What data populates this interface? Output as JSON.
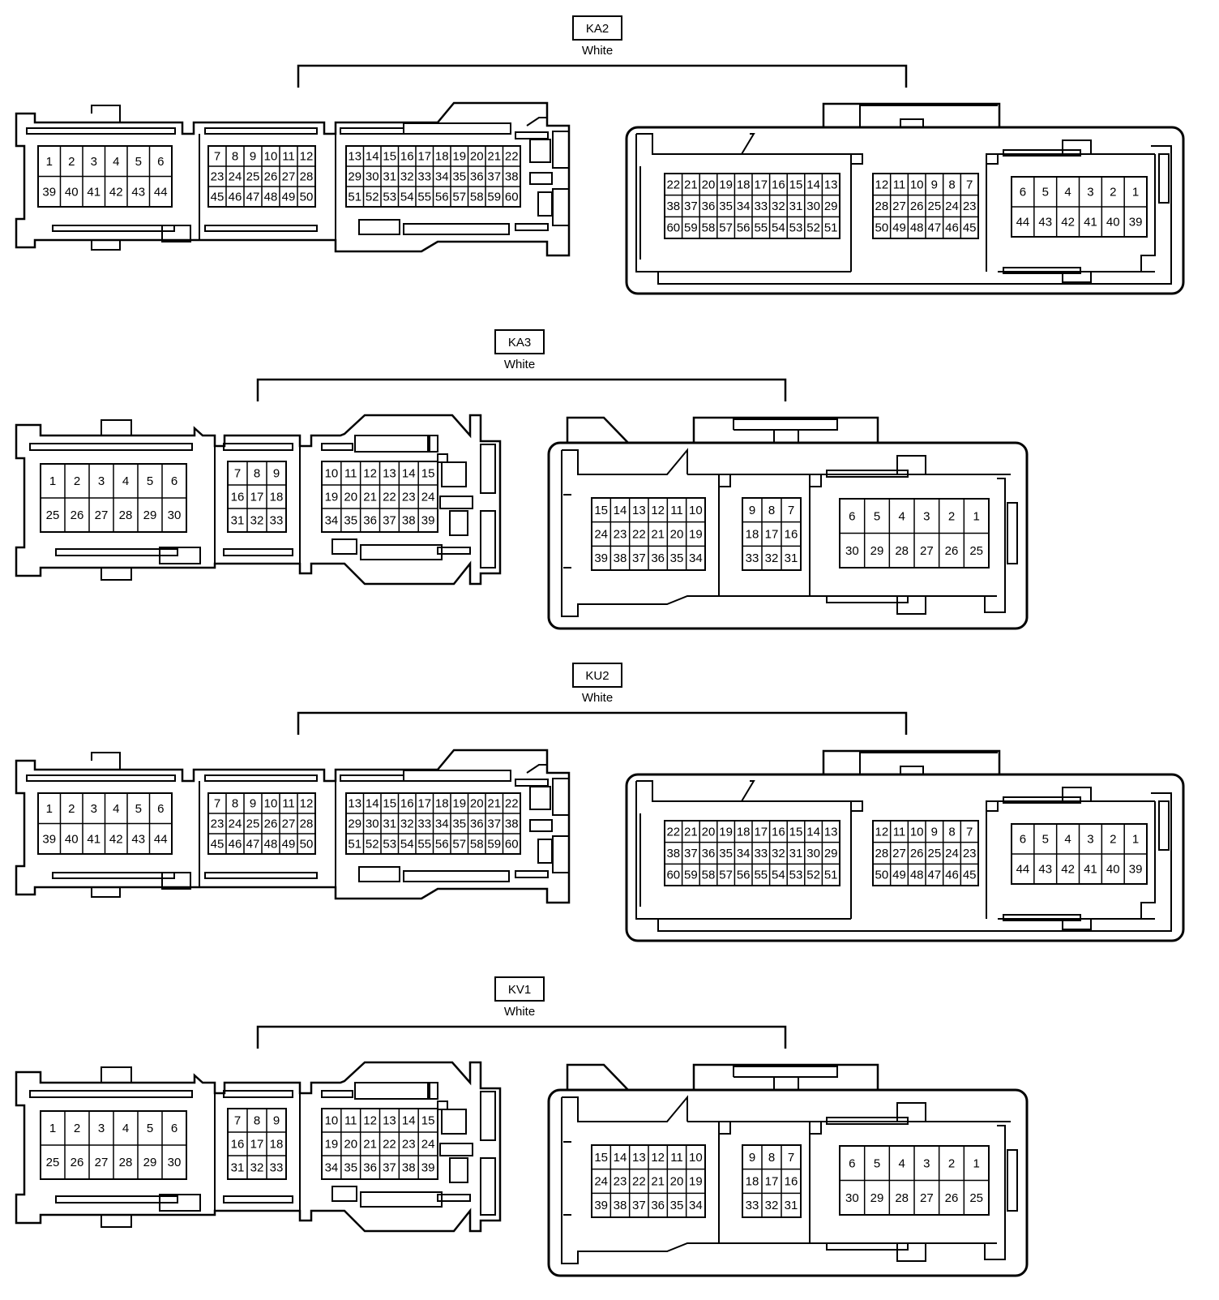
{
  "connectors": [
    {
      "id": "KA2",
      "color_label": "White",
      "layout": "60",
      "male": {
        "blocks": [
          {
            "rows": [
              [
                "1",
                "2",
                "3",
                "4",
                "5",
                "6"
              ],
              [
                "39",
                "40",
                "41",
                "42",
                "43",
                "44"
              ]
            ]
          },
          {
            "rows": [
              [
                "7",
                "8",
                "9",
                "10",
                "11",
                "12"
              ],
              [
                "23",
                "24",
                "25",
                "26",
                "27",
                "28"
              ],
              [
                "45",
                "46",
                "47",
                "48",
                "49",
                "50"
              ]
            ]
          },
          {
            "rows": [
              [
                "13",
                "14",
                "15",
                "16",
                "17",
                "18",
                "19",
                "20",
                "21",
                "22"
              ],
              [
                "29",
                "30",
                "31",
                "32",
                "33",
                "34",
                "35",
                "36",
                "37",
                "38"
              ],
              [
                "51",
                "52",
                "53",
                "54",
                "55",
                "56",
                "57",
                "58",
                "59",
                "60"
              ]
            ]
          }
        ]
      },
      "female": {
        "blocks": [
          {
            "rows": [
              [
                "22",
                "21",
                "20",
                "19",
                "18",
                "17",
                "16",
                "15",
                "14",
                "13"
              ],
              [
                "38",
                "37",
                "36",
                "35",
                "34",
                "33",
                "32",
                "31",
                "30",
                "29"
              ],
              [
                "60",
                "59",
                "58",
                "57",
                "56",
                "55",
                "54",
                "53",
                "52",
                "51"
              ]
            ]
          },
          {
            "rows": [
              [
                "12",
                "11",
                "10",
                "9",
                "8",
                "7"
              ],
              [
                "28",
                "27",
                "26",
                "25",
                "24",
                "23"
              ],
              [
                "50",
                "49",
                "48",
                "47",
                "46",
                "45"
              ]
            ]
          },
          {
            "rows": [
              [
                "6",
                "5",
                "4",
                "3",
                "2",
                "1"
              ],
              [
                "44",
                "43",
                "42",
                "41",
                "40",
                "39"
              ]
            ]
          }
        ]
      }
    },
    {
      "id": "KA3",
      "color_label": "White",
      "layout": "39",
      "male": {
        "blocks": [
          {
            "rows": [
              [
                "1",
                "2",
                "3",
                "4",
                "5",
                "6"
              ],
              [
                "25",
                "26",
                "27",
                "28",
                "29",
                "30"
              ]
            ]
          },
          {
            "rows": [
              [
                "7",
                "8",
                "9"
              ],
              [
                "16",
                "17",
                "18"
              ],
              [
                "31",
                "32",
                "33"
              ]
            ]
          },
          {
            "rows": [
              [
                "10",
                "11",
                "12",
                "13",
                "14",
                "15"
              ],
              [
                "19",
                "20",
                "21",
                "22",
                "23",
                "24"
              ],
              [
                "34",
                "35",
                "36",
                "37",
                "38",
                "39"
              ]
            ]
          }
        ]
      },
      "female": {
        "blocks": [
          {
            "rows": [
              [
                "15",
                "14",
                "13",
                "12",
                "11",
                "10"
              ],
              [
                "24",
                "23",
                "22",
                "21",
                "20",
                "19"
              ],
              [
                "39",
                "38",
                "37",
                "36",
                "35",
                "34"
              ]
            ]
          },
          {
            "rows": [
              [
                "9",
                "8",
                "7"
              ],
              [
                "18",
                "17",
                "16"
              ],
              [
                "33",
                "32",
                "31"
              ]
            ]
          },
          {
            "rows": [
              [
                "6",
                "5",
                "4",
                "3",
                "2",
                "1"
              ],
              [
                "30",
                "29",
                "28",
                "27",
                "26",
                "25"
              ]
            ]
          }
        ]
      }
    },
    {
      "id": "KU2",
      "color_label": "White",
      "layout": "60",
      "male": {
        "blocks": [
          {
            "rows": [
              [
                "1",
                "2",
                "3",
                "4",
                "5",
                "6"
              ],
              [
                "39",
                "40",
                "41",
                "42",
                "43",
                "44"
              ]
            ]
          },
          {
            "rows": [
              [
                "7",
                "8",
                "9",
                "10",
                "11",
                "12"
              ],
              [
                "23",
                "24",
                "25",
                "26",
                "27",
                "28"
              ],
              [
                "45",
                "46",
                "47",
                "48",
                "49",
                "50"
              ]
            ]
          },
          {
            "rows": [
              [
                "13",
                "14",
                "15",
                "16",
                "17",
                "18",
                "19",
                "20",
                "21",
                "22"
              ],
              [
                "29",
                "30",
                "31",
                "32",
                "33",
                "34",
                "35",
                "36",
                "37",
                "38"
              ],
              [
                "51",
                "52",
                "53",
                "54",
                "55",
                "56",
                "57",
                "58",
                "59",
                "60"
              ]
            ]
          }
        ]
      },
      "female": {
        "blocks": [
          {
            "rows": [
              [
                "22",
                "21",
                "20",
                "19",
                "18",
                "17",
                "16",
                "15",
                "14",
                "13"
              ],
              [
                "38",
                "37",
                "36",
                "35",
                "34",
                "33",
                "32",
                "31",
                "30",
                "29"
              ],
              [
                "60",
                "59",
                "58",
                "57",
                "56",
                "55",
                "54",
                "53",
                "52",
                "51"
              ]
            ]
          },
          {
            "rows": [
              [
                "12",
                "11",
                "10",
                "9",
                "8",
                "7"
              ],
              [
                "28",
                "27",
                "26",
                "25",
                "24",
                "23"
              ],
              [
                "50",
                "49",
                "48",
                "47",
                "46",
                "45"
              ]
            ]
          },
          {
            "rows": [
              [
                "6",
                "5",
                "4",
                "3",
                "2",
                "1"
              ],
              [
                "44",
                "43",
                "42",
                "41",
                "40",
                "39"
              ]
            ]
          }
        ]
      }
    },
    {
      "id": "KV1",
      "color_label": "White",
      "layout": "39",
      "male": {
        "blocks": [
          {
            "rows": [
              [
                "1",
                "2",
                "3",
                "4",
                "5",
                "6"
              ],
              [
                "25",
                "26",
                "27",
                "28",
                "29",
                "30"
              ]
            ]
          },
          {
            "rows": [
              [
                "7",
                "8",
                "9"
              ],
              [
                "16",
                "17",
                "18"
              ],
              [
                "31",
                "32",
                "33"
              ]
            ]
          },
          {
            "rows": [
              [
                "10",
                "11",
                "12",
                "13",
                "14",
                "15"
              ],
              [
                "19",
                "20",
                "21",
                "22",
                "23",
                "24"
              ],
              [
                "34",
                "35",
                "36",
                "37",
                "38",
                "39"
              ]
            ]
          }
        ]
      },
      "female": {
        "blocks": [
          {
            "rows": [
              [
                "15",
                "14",
                "13",
                "12",
                "11",
                "10"
              ],
              [
                "24",
                "23",
                "22",
                "21",
                "20",
                "19"
              ],
              [
                "39",
                "38",
                "37",
                "36",
                "35",
                "34"
              ]
            ]
          },
          {
            "rows": [
              [
                "9",
                "8",
                "7"
              ],
              [
                "18",
                "17",
                "16"
              ],
              [
                "33",
                "32",
                "31"
              ]
            ]
          },
          {
            "rows": [
              [
                "6",
                "5",
                "4",
                "3",
                "2",
                "1"
              ],
              [
                "30",
                "29",
                "28",
                "27",
                "26",
                "25"
              ]
            ]
          }
        ]
      }
    }
  ]
}
